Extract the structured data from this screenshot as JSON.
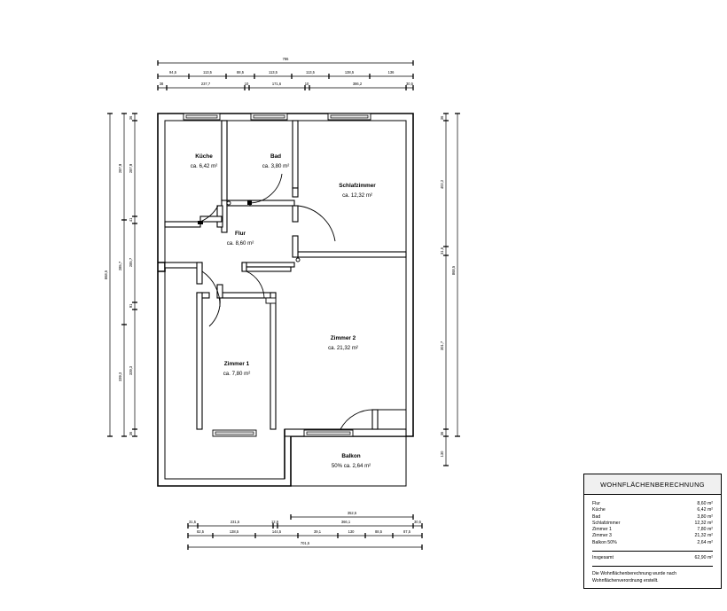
{
  "plan": {
    "rooms": [
      {
        "key": "kueche",
        "name": "Küche",
        "area": "ca. 6,42 m²"
      },
      {
        "key": "bad",
        "name": "Bad",
        "area": "ca. 3,80 m²"
      },
      {
        "key": "schlafzimmer",
        "name": "Schlafzimmer",
        "area": "ca. 12,32 m²"
      },
      {
        "key": "flur",
        "name": "Flur",
        "area": "ca. 8,60 m²"
      },
      {
        "key": "zimmer1",
        "name": "Zimmer 1",
        "area": "ca. 7,80 m²"
      },
      {
        "key": "zimmer2",
        "name": "Zimmer 2",
        "area": "ca. 21,32 m²"
      },
      {
        "key": "balkon",
        "name": "Balkon",
        "area": "50% ca. 2,64 m²"
      }
    ]
  },
  "dimensions": {
    "top_overall": "786",
    "top_chain_a": [
      "94,5",
      "113,5",
      "88,5",
      "113,5",
      "113,5",
      "138,5",
      "136"
    ],
    "top_chain_b": [
      "38",
      "237,7",
      "171,6",
      "386,2",
      "30,5"
    ],
    "top_chain_b_small": [
      "10",
      "10"
    ],
    "bottom_chain_upper": [
      "352,5"
    ],
    "bottom_chain_a": [
      "31,5",
      "231,5",
      "12,9",
      "366,1",
      "30,5"
    ],
    "bottom_chain_b": [
      "82,5",
      "138,5",
      "144,5",
      "39,1",
      "130",
      "88,5",
      "87,5"
    ],
    "bottom_overall": "701,5",
    "left_overall": "868,5",
    "left_chain_outer": [
      "36",
      "287,9",
      "41",
      "285,7",
      "91",
      "339,3",
      "36"
    ],
    "left_chain_inner": [
      "287,9",
      "285,7",
      "339,3"
    ],
    "right_overall": "868,5",
    "right_chain": [
      "36",
      "402,2",
      "31,6",
      "301,7",
      "36",
      "130"
    ],
    "right_mid": "301,7"
  },
  "legend": {
    "title": "WOHNFLÄCHENBERECHNUNG",
    "rows": [
      {
        "label": "Flur",
        "value": "8,60 m²"
      },
      {
        "label": "Küche",
        "value": "6,42 m²"
      },
      {
        "label": "Bad",
        "value": "3,80 m²"
      },
      {
        "label": "Schlafzimmer",
        "value": "12,32 m²"
      },
      {
        "label": "Zimmer 1",
        "value": "7,80 m²"
      },
      {
        "label": "Zimmer 3",
        "value": "21,32 m²"
      },
      {
        "label": "Balkon 50%",
        "value": "2,64 m²"
      }
    ],
    "total_label": "Insgesamt",
    "total_value": "62,90 m²",
    "footnote_line1": "Die Wohnflächenberechnung wurde nach",
    "footnote_line2": "Wohnflächenverordnung erstellt."
  }
}
